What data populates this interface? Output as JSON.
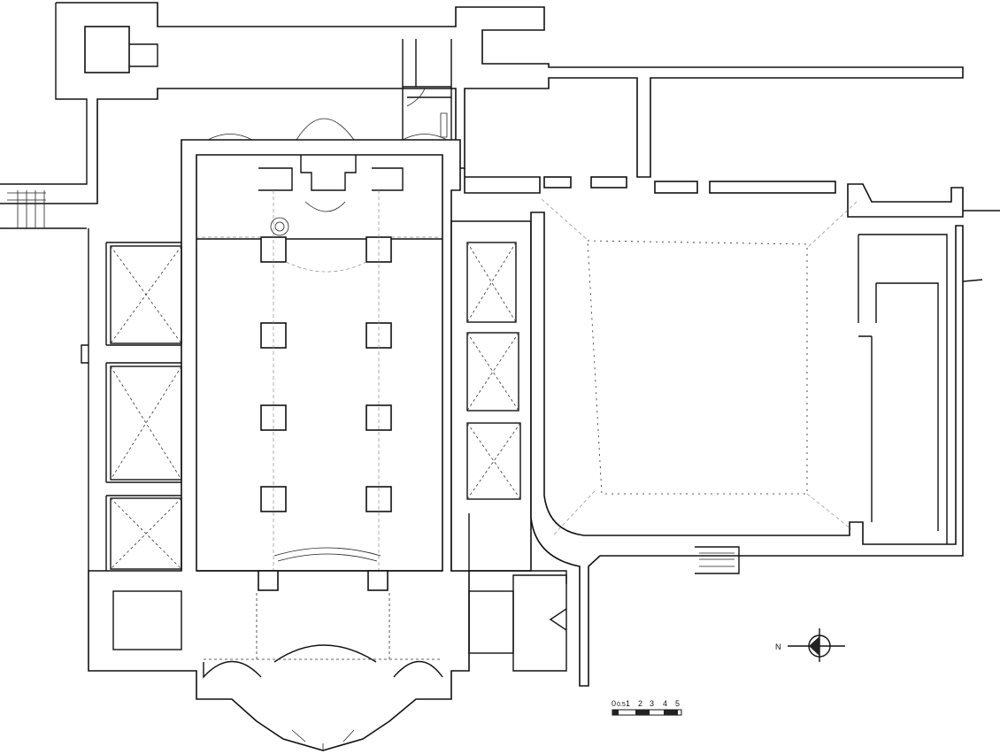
{
  "plan": {
    "north_symbol": {
      "letter": "N"
    },
    "scale_bar": {
      "labels": [
        "0",
        "0.5",
        "1",
        "2",
        "3",
        "4",
        "5"
      ]
    }
  }
}
